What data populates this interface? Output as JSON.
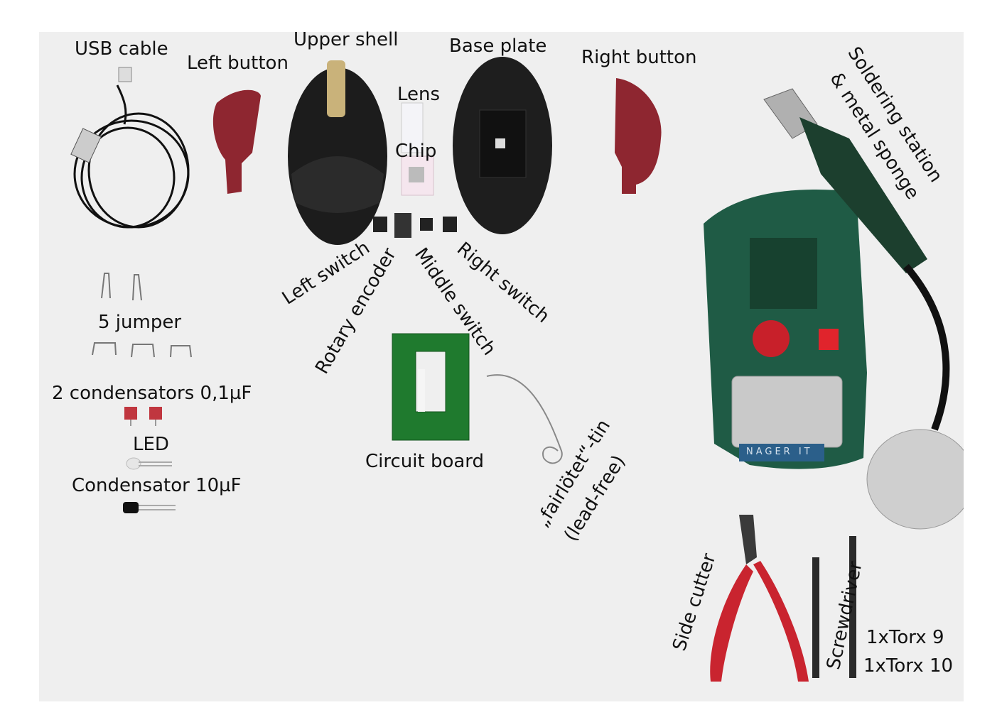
{
  "labels": {
    "usb_cable": "USB cable",
    "left_button": "Left button",
    "upper_shell": "Upper shell",
    "lens": "Lens",
    "chip": "Chip",
    "base_plate": "Base plate",
    "right_button": "Right button",
    "soldering_line1": "Soldering station",
    "soldering_line2": "& metal sponge",
    "left_switch": "Left switch",
    "rotary_encoder": "Rotary encoder",
    "middle_switch": "Middle switch",
    "right_switch": "Right switch",
    "jumper": "5 jumper",
    "condensators": "2 condensators 0,1µF",
    "led": "LED",
    "condensator_10": "Condensator 10µF",
    "circuit_board": "Circuit board",
    "tin_line1": "„fairlötet“-tin",
    "tin_line2": "(lead-free)",
    "side_cutter": "Side cutter",
    "screwdriver": "Screwdriver",
    "torx9": "1xTorx 9",
    "torx10": "1xTorx 10",
    "station_brand": "NAGER IT"
  },
  "colors": {
    "background": "#efefef",
    "red_button": "#8e2630",
    "station_green": "#1f5b45",
    "pcb_green": "#1f7a2e",
    "black_plastic": "#1c1c1c"
  }
}
